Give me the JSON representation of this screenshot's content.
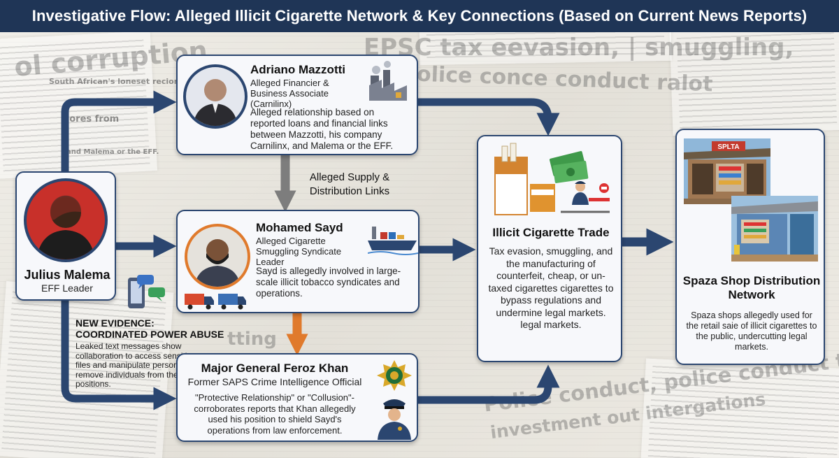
{
  "header": {
    "title": "Investigative Flow: Alleged Illicit Cigarette Network & Key Connections (Based on Current News Reports)"
  },
  "background_text": {
    "corruption": "ol corruption",
    "tax": "EPSC tax eevasion, | smuggling,",
    "police": "olice conce conduct ralot",
    "articles_1": "South African's loneset recion",
    "articles_2": "hores from",
    "articles_3": "and Malema or the EFF.",
    "ting": "tting",
    "bottom_1": "Police conduct, police conduct t",
    "bottom_2": "investment out intergations"
  },
  "connection_labels": {
    "supply": "Alleged Supply & Distribution Links"
  },
  "malema": {
    "name": "Julius Malema",
    "role": "EFF Leader"
  },
  "mazzotti": {
    "name": "Adriano Mazzotti",
    "role": "Alleged Financier & Business Associate (Carnilinx)",
    "desc": "Alleged relationship based on reported loans and financial links between Mazzotti, his company Carnilinx, and Malema or the EFF."
  },
  "sayd": {
    "name": "Mohamed Sayd",
    "role": "Alleged Cigarette Smuggling Syndicate Leader",
    "desc": "Sayd is allegedly involved in large-scale illicit tobacco syndicates and operations."
  },
  "evidence": {
    "heading_1": "NEW EVIDENCE:",
    "heading_2": "COORDINATED POWER ABUSE",
    "desc": "Leaked text messages show collaboration to access sensitive files and manipulate personnel to remove individuals from their positions."
  },
  "khan": {
    "name": "Major General Feroz Khan",
    "role": "Former SAPS Crime Intelligence Official",
    "desc": "\"Protective Relationship\" or \"Collusion\"-corroborates reports that Khan allegedly used his position to shield Sayd's operations from law enforcement."
  },
  "trade": {
    "name": "Illicit Cigarette Trade",
    "desc": "Tax evasion, smuggling, and the manufacturing of counterfeit, cheap, or un-taxed cigarettes cigarettes to bypass regulations and undermine legal markets. legal markets."
  },
  "spaza": {
    "name": "Spaza Shop Distribution Network",
    "desc": "Spaza shops allegedly used for the retail saie of illicit cigarettes to the public, undercutting legal markets.",
    "sign": "SPLTA"
  },
  "colors": {
    "header": "#1f3556",
    "arrow_navy": "#2b4670",
    "arrow_gray": "#7d7d7d",
    "arrow_orange": "#e07a2c",
    "card_border": "#2b4670",
    "malema_ring": "#2b4670",
    "sayd_ring": "#e07a2c"
  }
}
